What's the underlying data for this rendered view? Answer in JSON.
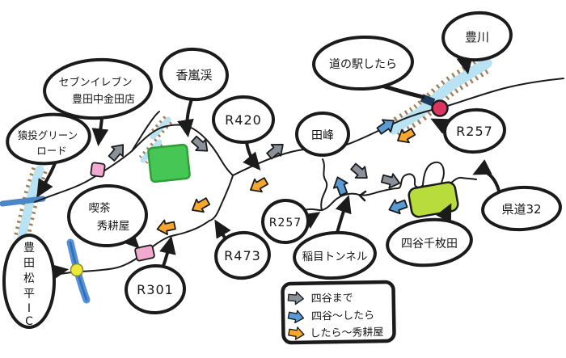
{
  "map": {
    "bubbles": {
      "seven_eleven": {
        "lines": [
          "セブンイレブン",
          "豊田中金田店"
        ]
      },
      "sanage": {
        "lines": [
          "猿投グリーン",
          "ロード"
        ]
      },
      "korankei": {
        "label": "香嵐渓"
      },
      "r420": {
        "label": "R420"
      },
      "michinoeki": {
        "label": "道の駅したら"
      },
      "toyokawa": {
        "label": "豊川"
      },
      "r257_top": {
        "label": "R257"
      },
      "damine": {
        "label": "田峰"
      },
      "kissa": {
        "lines": [
          "喫茶",
          "秀耕屋"
        ]
      },
      "matsudaira": {
        "chars": [
          "豊",
          "田",
          "松",
          "平",
          "I",
          "C"
        ]
      },
      "r301": {
        "label": "R301"
      },
      "r473": {
        "label": "R473"
      },
      "r257_mid": {
        "label": "R257"
      },
      "iname": {
        "label": "稲目トンネル"
      },
      "yotsuya_senmaida": {
        "label": "四谷千枚田"
      },
      "kendo32": {
        "label": "県道32"
      }
    },
    "legend": {
      "items": [
        {
          "swatch": "gray-route-arrow",
          "label": "四谷まで"
        },
        {
          "swatch": "blue-route-arrow",
          "label": "四谷〜したら"
        },
        {
          "swatch": "orange-route-arrow",
          "label": "したら〜秀耕屋"
        }
      ]
    },
    "colors": {
      "ink": "#1b1b1b",
      "route_gray": "#8b9198",
      "route_blue": "#5b9bd5",
      "route_orange": "#f5a72e",
      "river_water": "#b9e2f2",
      "river_bank": "#a3805a",
      "bridge_blue": "#4a86c8",
      "highway_blue": "#5590d8",
      "park_green": "#45c655",
      "terrace_green": "#b8dc3c",
      "poi_pink": "#f2a9d0",
      "poi_red": "#dd3561",
      "poi_yellow": "#ece83c",
      "bridge_navy": "#1d3a5e"
    }
  }
}
